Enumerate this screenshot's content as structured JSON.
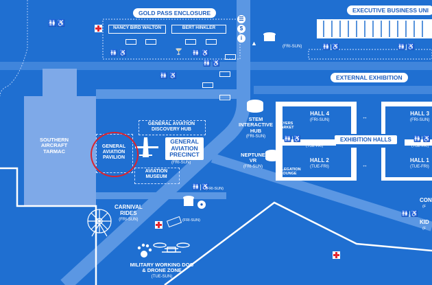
{
  "map": {
    "colors": {
      "background": "#1f6fd1",
      "road": "#5b97e3",
      "tarmac": "#7ea9e8",
      "lines": "#ffffff",
      "highlight": "#d9232e",
      "firstaid": "#e3262f"
    },
    "areas": {
      "gold_pass": {
        "title": "GOLD PASS ENCLOSURE",
        "left_box": "NANCY BIRD WALTON",
        "right_box": "BERT HINKLER",
        "days": "(FRI-SUN)"
      },
      "executive": {
        "title": "EXECUTIVE BUSINESS UNI"
      },
      "external_exhibition": {
        "title": "EXTERNAL EXHIBITION"
      },
      "tarmac": {
        "line1": "SOUTHERN",
        "line2": "AIRCRAFT",
        "line3": "TARMAC"
      },
      "ga_discovery": {
        "line1": "GENERAL AVIATION",
        "line2": "DISCOVERY HUB"
      },
      "ga_pavilion": {
        "line1": "GENERAL",
        "line2": "AVIATION",
        "line3": "PAVILION"
      },
      "ga_precinct": {
        "line1": "GENERAL",
        "line2": "AVIATION",
        "line3": "PRECINCT",
        "days": "(FRI-SUN)"
      },
      "aviation_museum": {
        "line1": "AVIATION",
        "line2": "MUSEUM"
      },
      "stem": {
        "line1": "STEM",
        "line2": "INTERACTIVE",
        "line3": "HUB",
        "days": "(FRI-SUN)"
      },
      "neptune": {
        "line1": "NEPTUNE",
        "line2": "VR",
        "days": "(FRI-SUN)"
      },
      "flyers_market": {
        "line1": "FLYERS",
        "line2": "MARKET"
      },
      "delegation_lounge": {
        "line1": "DELEGATION",
        "line2": "LOUNGE"
      },
      "hall4": {
        "name": "HALL 4",
        "days": "(FRI-SUN)"
      },
      "hall3": {
        "name": "HALL 3",
        "days": "(FRI-SUN)"
      },
      "hall2": {
        "name": "HALL 2",
        "days": "(TUE-FRI)"
      },
      "hall1": {
        "name": "HALL 1",
        "days": "(TUE-FRI)"
      },
      "exhibition_halls": {
        "title": "EXHIBITION HALLS"
      },
      "exhibition_days_left": "(TUE-FRI)",
      "exhibition_days_right": "(TUE-FRI)",
      "carnival": {
        "line1": "CARNIVAL",
        "line2": "RIDES",
        "days": "(FRI-SUN)"
      },
      "military": {
        "line1": "MILITARY WORKING DOG",
        "line2": "& DRONE ZONE",
        "days": "(TUE-SUN)"
      },
      "food_court_days": "(FRI-SUN)",
      "amenities_days": "(FRI-SUN)",
      "right_edge1": "CON",
      "right_edge2": "(F",
      "right_edge3": "KID",
      "right_edge4": "(F"
    }
  }
}
